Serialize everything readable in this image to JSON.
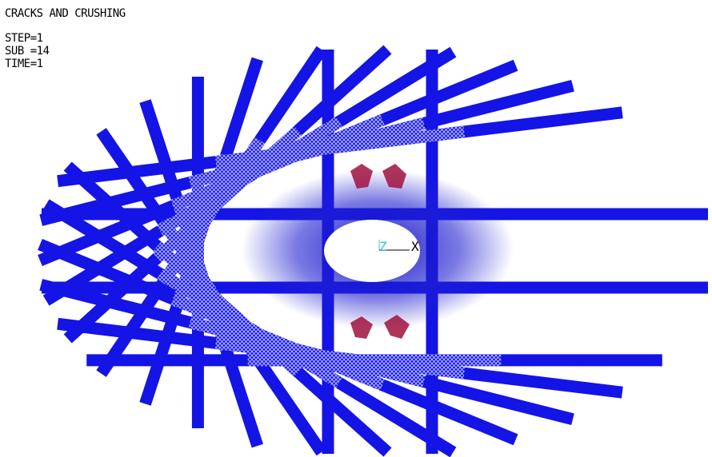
{
  "plot_title": "CRACKS AND CRUSHING",
  "stats": {
    "step": "STEP=1",
    "sub": "SUB =14",
    "time": "TIME=1"
  },
  "triad": {
    "z_label": "Z",
    "x_label": "X"
  },
  "colors": {
    "background": "#ffffff",
    "mesh_blue": "#1414e6",
    "mesh_light": "#dfe4ff",
    "crack_red": "#b01040",
    "triad_z": "#40c0c0",
    "triad_x": "#000000"
  }
}
